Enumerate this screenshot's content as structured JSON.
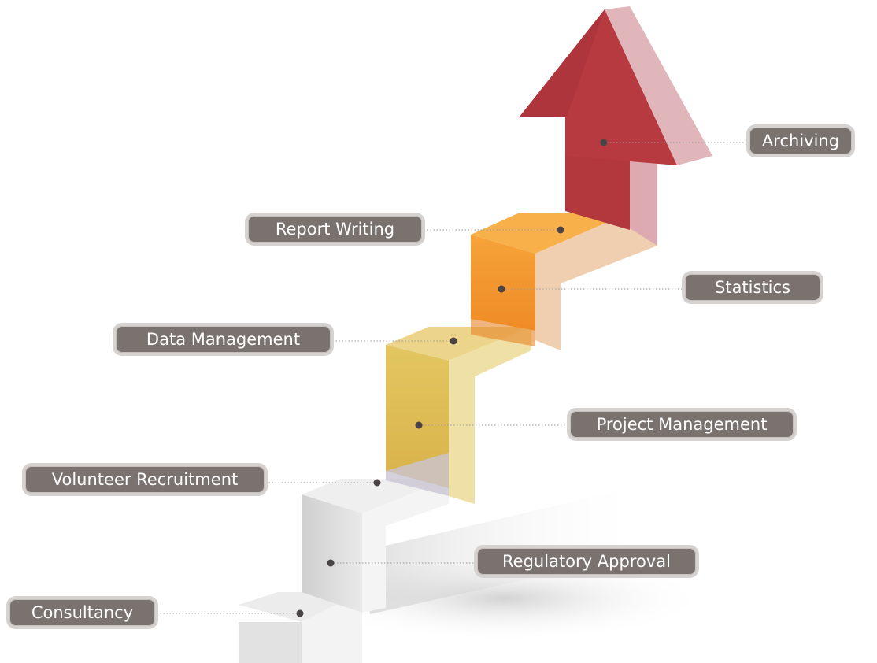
{
  "steps": [
    {
      "id": "consultancy",
      "label": "Consultancy"
    },
    {
      "id": "regulatory-approval",
      "label": "Regulatory Approval"
    },
    {
      "id": "volunteer-recruitment",
      "label": "Volunteer Recruitment"
    },
    {
      "id": "project-management",
      "label": "Project Management"
    },
    {
      "id": "data-management",
      "label": "Data Management"
    },
    {
      "id": "statistics",
      "label": "Statistics"
    },
    {
      "id": "report-writing",
      "label": "Report Writing"
    },
    {
      "id": "archiving",
      "label": "Archiving"
    }
  ],
  "colors": {
    "grey_step": "#d9d9d9",
    "yellow_step": "#e1c15a",
    "orange_step": "#f29a2e",
    "red_arrow": "#b2383d",
    "label_fill": "#7a726f",
    "label_border": "#d6d2cf"
  }
}
